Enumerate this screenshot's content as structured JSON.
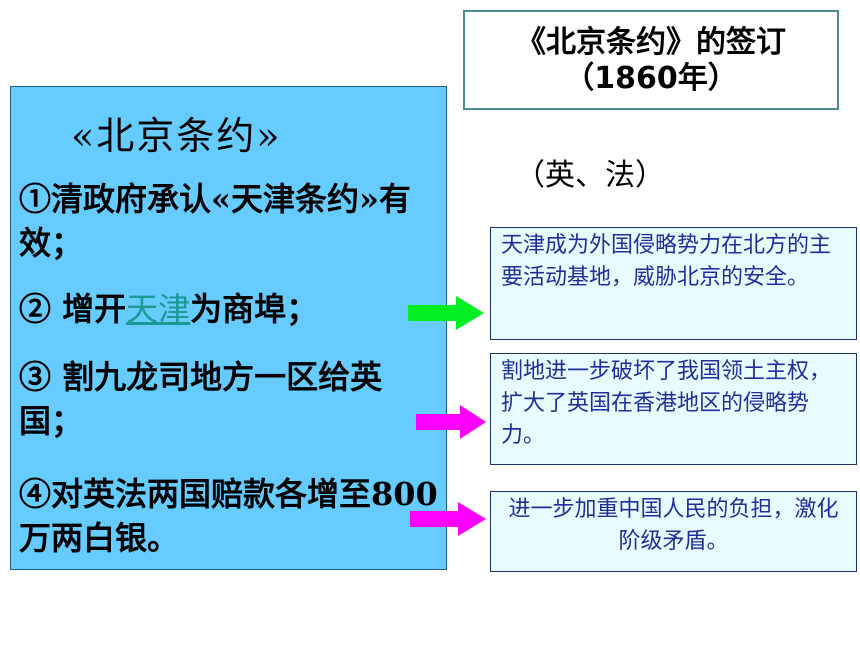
{
  "title": {
    "line1": "《北京条约》的签订",
    "line2": "（1860年）"
  },
  "treaty": {
    "heading": "«北京条约»",
    "clause1": "①清政府承认«天津条约»有效；",
    "clause2_prefix": "② 增开",
    "clause2_link": "天津",
    "clause2_suffix": "为商埠；",
    "clause3": "③ 割九龙司地方一区给英国；",
    "clause4": "④对英法两国赔款各增至800万两白银。"
  },
  "parties": "（英、法）",
  "notes": [
    "天津成为外国侵略势力在北方的主要活动基地，威胁北京的安全。",
    "割地进一步破坏了我国领土主权，扩大了英国在香港地区的侵略势力。",
    "进一步加重中国人民的负担，激化阶级矛盾。"
  ],
  "colors": {
    "main_box": "#66ccff",
    "arrow_green": "#00ee22",
    "arrow_magenta": "#ff00ff",
    "note_text": "#1f2f9a"
  }
}
